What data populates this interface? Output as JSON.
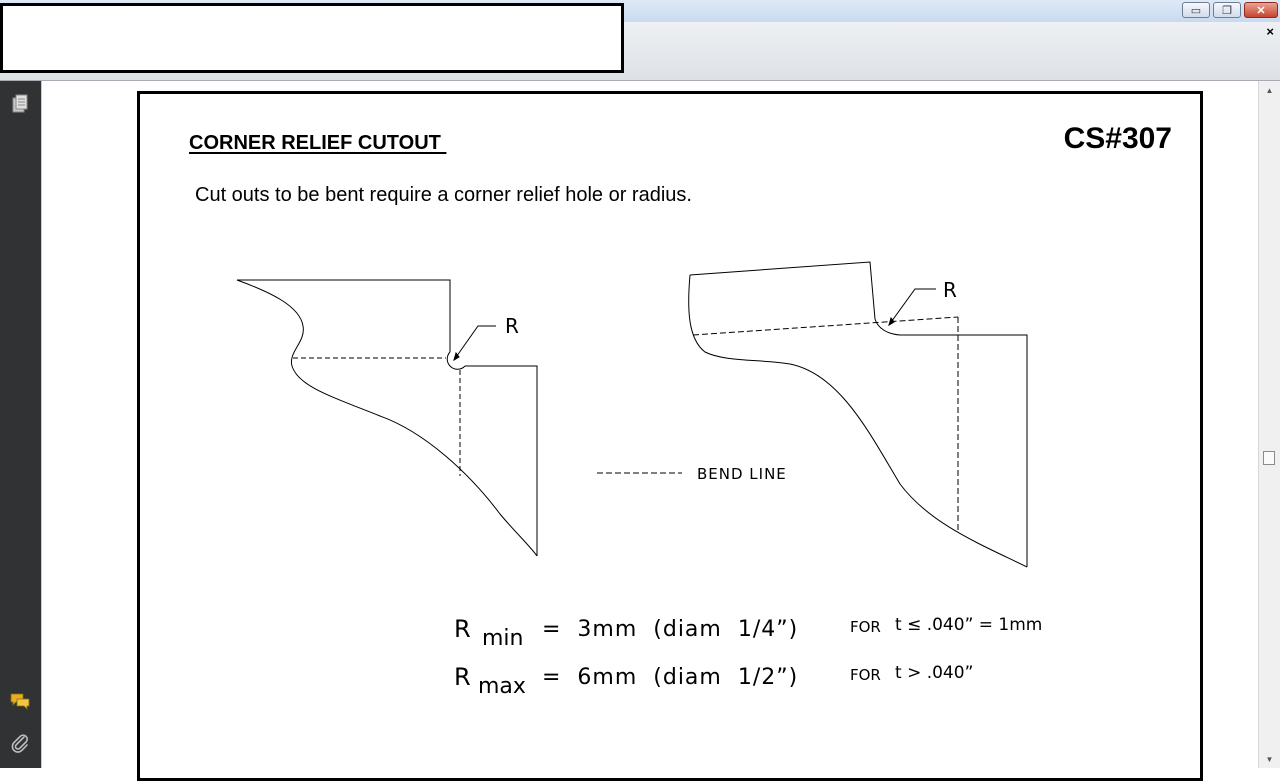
{
  "window": {
    "controls": {
      "minimize": "▭",
      "restore": "❐",
      "close": "✕"
    },
    "doc_close": "×"
  },
  "sidebar": {
    "icons": [
      "pages-icon",
      "comments-icon",
      "attachments-icon"
    ],
    "comments_color": "#e8b020"
  },
  "document": {
    "heading": "CORNER RELIEF CUTOUT ",
    "code": "CS#307",
    "description": "Cut outs to be bent require a corner relief hole or radius.",
    "drawing": {
      "left_label": "R",
      "right_label": "R",
      "legend_label": "BEND LINE",
      "formulas": [
        {
          "symbol": "R",
          "subscript": "min",
          "value": "=  3mm  (diam  1/4”)",
          "condition": "FOR",
          "condition_tail": "t ≤ .040” = 1mm"
        },
        {
          "symbol": "R",
          "subscript": "max",
          "value": "=  6mm  (diam  1/2”)",
          "condition": "FOR",
          "condition_tail": "t > .040”"
        }
      ]
    }
  }
}
